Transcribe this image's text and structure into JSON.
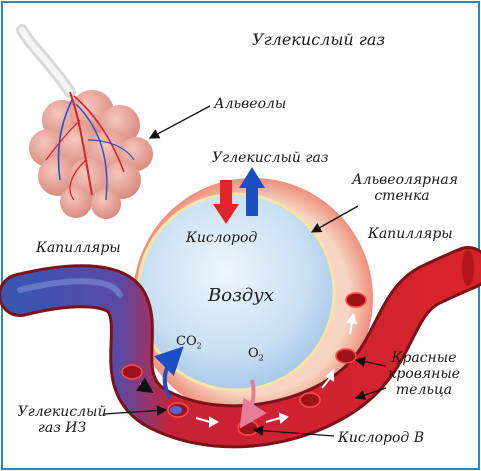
{
  "title": "Углекислый газ",
  "labels": {
    "alveoli": "Альвеолы",
    "co2_top": "Углекислый газ",
    "alveolar_wall_line1": "Альвеолярная",
    "alveolar_wall_line2": "стенка",
    "oxygen": "Кислород",
    "capillaries_left": "Капилляры",
    "capillaries_right": "Капилляры",
    "air": "Воздух",
    "co2_formula": "CO",
    "co2_sub": "2",
    "o2_formula": "O",
    "o2_sub": "2",
    "red_cells_line1": "Красные",
    "red_cells_line2": "кровяные",
    "red_cells_line3": "тельца",
    "co2_from_line1": "Углекислый",
    "co2_from_line2": "газ ИЗ",
    "oxygen_in": "Кислород В"
  },
  "colors": {
    "border": "#2f86b8",
    "blood_red": "#d8232a",
    "blood_blue": "#3a55b0",
    "arrow_red": "#e0262b",
    "arrow_blue": "#1d4fc4",
    "air_bubble": "#cfe3f5",
    "alveolar_wall": "#f4c9b0"
  }
}
